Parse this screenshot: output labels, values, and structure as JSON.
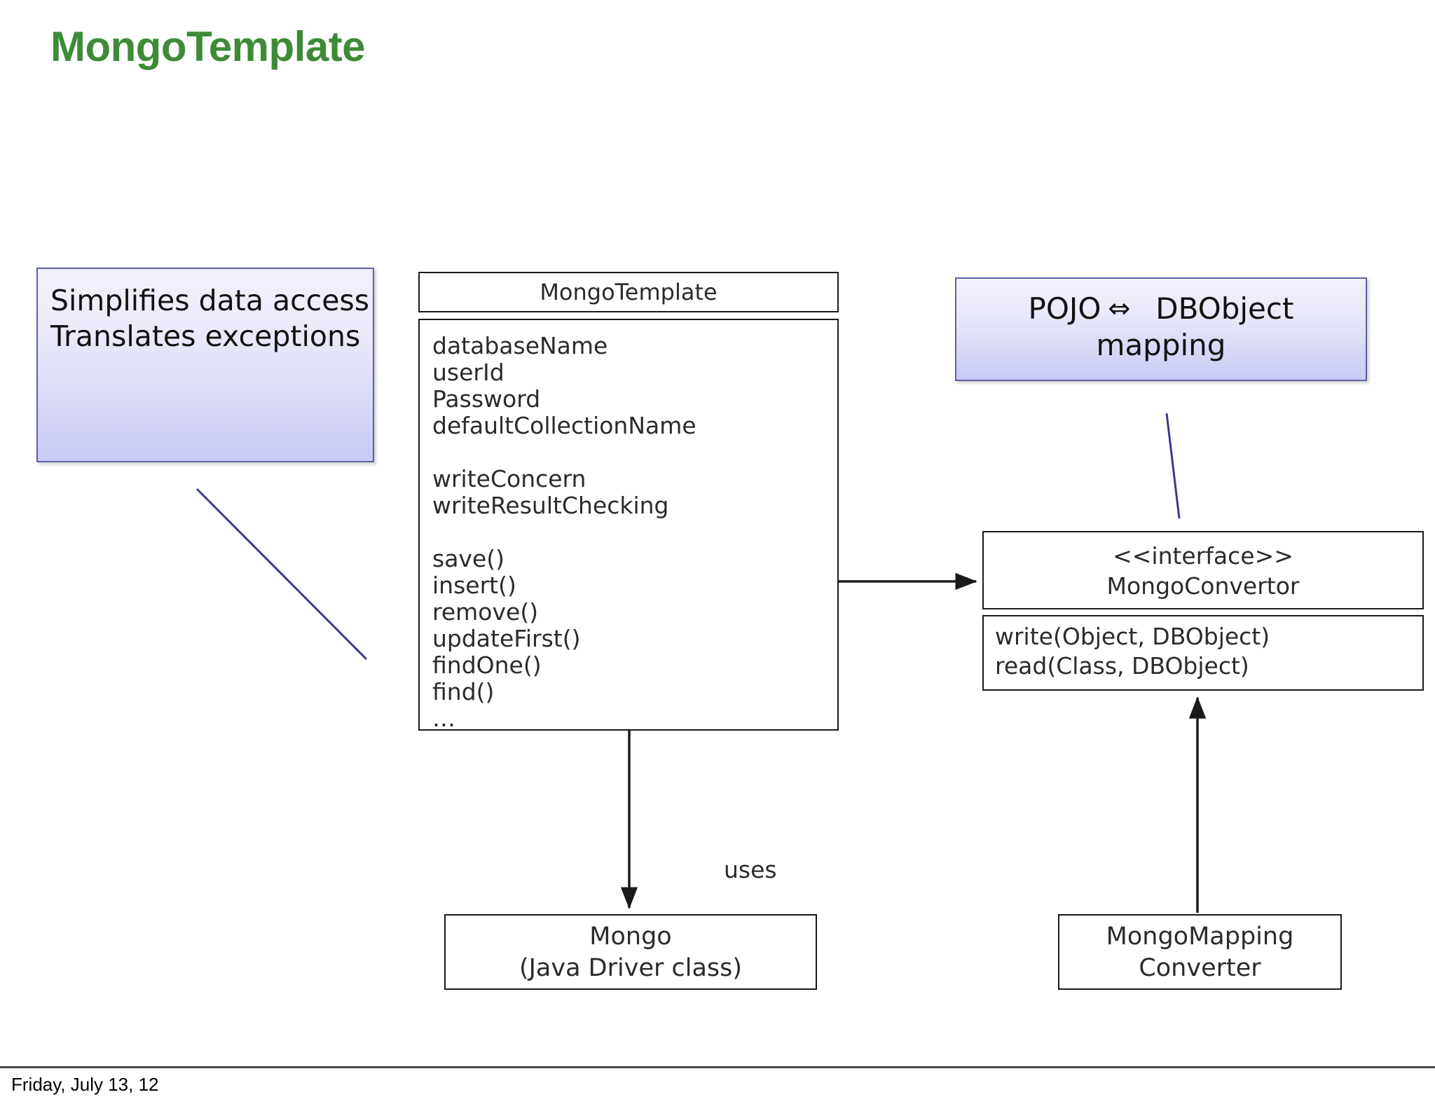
{
  "slide": {
    "title": "MongoTemplate",
    "title_color": "#3d8b37",
    "background": "#ffffff"
  },
  "callouts": {
    "simplifies": {
      "line1": "Simplifies data access",
      "line2": "Translates exceptions",
      "fill_top": "#f2f2fc",
      "fill_bottom": "#c9caf5",
      "border": "#5f5fa8"
    },
    "pojo_mapping": {
      "pojo": "POJO",
      "arrow": "⇔",
      "dbobject": "DBObject",
      "line2": "mapping",
      "fill_top": "#f2f2fc",
      "fill_bottom": "#c9caf5",
      "border": "#5f5fa8"
    }
  },
  "classes": {
    "mongo_template": {
      "name": "MongoTemplate",
      "attributes": [
        "databaseName",
        "userId",
        "Password",
        "defaultCollectionName"
      ],
      "attributes2": [
        "writeConcern",
        "writeResultChecking"
      ],
      "methods": [
        "save()",
        "insert()",
        "remove()",
        "updateFirst()",
        "findOne()",
        "find()",
        "…"
      ]
    },
    "mongo_convertor": {
      "stereotype": "<<interface>>",
      "name": "MongoConvertor",
      "methods": [
        "write(Object, DBObject)",
        "read(Class, DBObject)"
      ]
    },
    "mongo_driver": {
      "line1": "Mongo",
      "line2": "(Java Driver class)"
    },
    "mongo_mapping_converter": {
      "line1": "MongoMapping",
      "line2": "Converter"
    }
  },
  "connectors": {
    "uses_label": "uses"
  },
  "footer": {
    "date": "Friday, July 13, 12"
  }
}
